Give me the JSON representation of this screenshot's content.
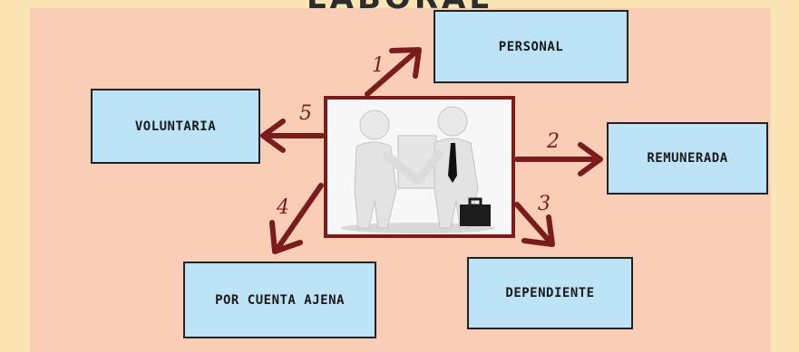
{
  "title": "LABORAL",
  "boxes": {
    "personal": "PERSONAL",
    "remunerada": "REMUNERADA",
    "dependiente": "DEPENDIENTE",
    "ajena": "POR CUENTA AJENA",
    "voluntaria": "VOLUNTARIA"
  },
  "numbers": {
    "n1": "1",
    "n2": "2",
    "n3": "3",
    "n4": "4",
    "n5": "5"
  },
  "colors": {
    "background": "#fbe5b3",
    "panel": "#f9cdb6",
    "box": "#bde3f6",
    "arrow": "#7a1c1c"
  },
  "central_image": "handshake-figures"
}
